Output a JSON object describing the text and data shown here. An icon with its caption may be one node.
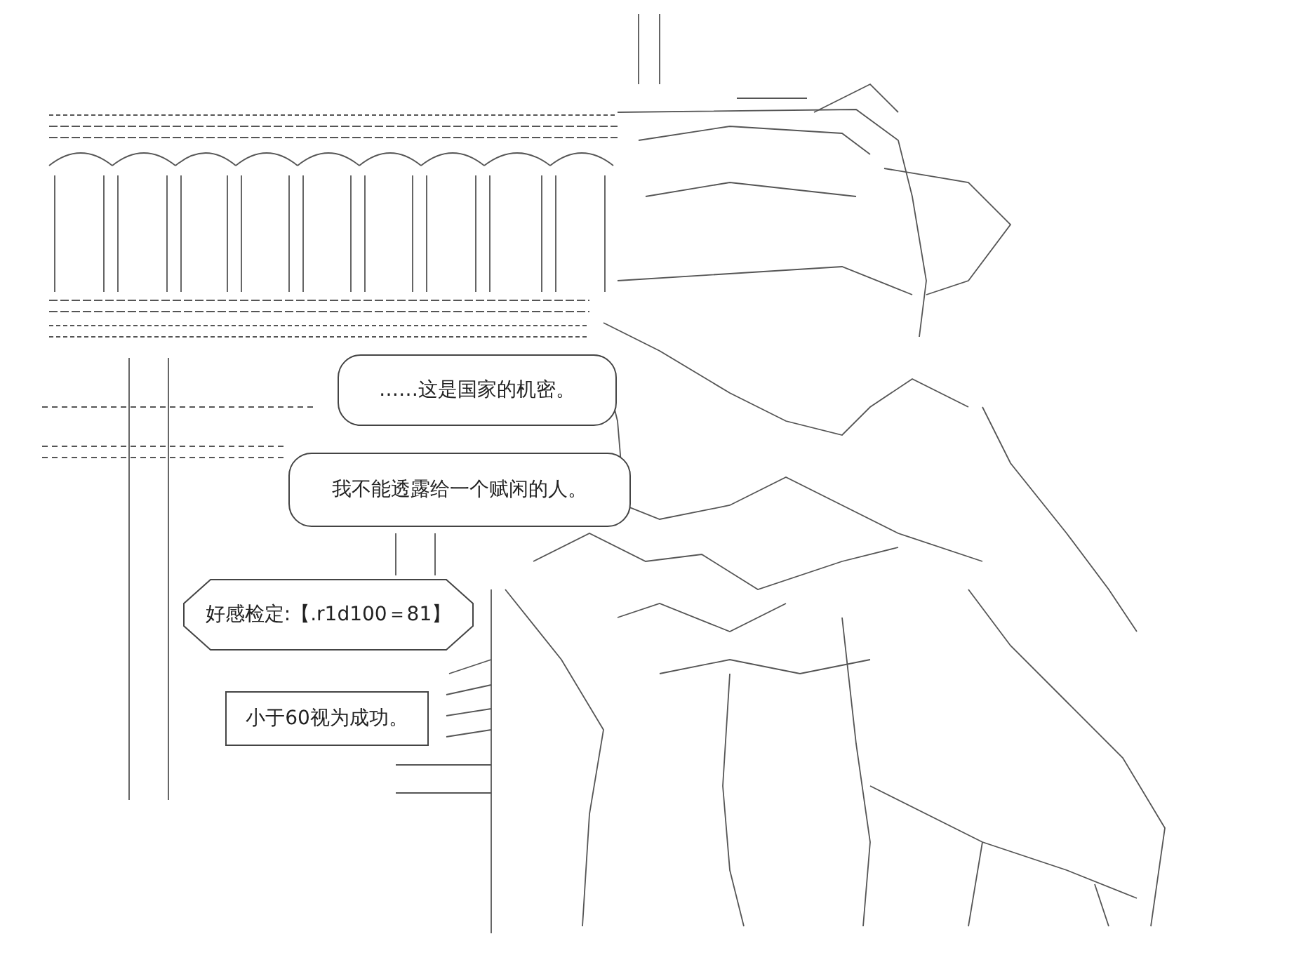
{
  "diagram": {
    "nodes": [
      {
        "text": [
          "……这是国家的机密。"
        ]
      },
      {
        "text": [
          "我不能透露给一个赋闲的人。"
        ]
      },
      {
        "text": [
          "好感检定:【.r1d100＝81】"
        ]
      },
      {
        "text": [
          "小于60视为成功。"
        ]
      }
    ]
  }
}
